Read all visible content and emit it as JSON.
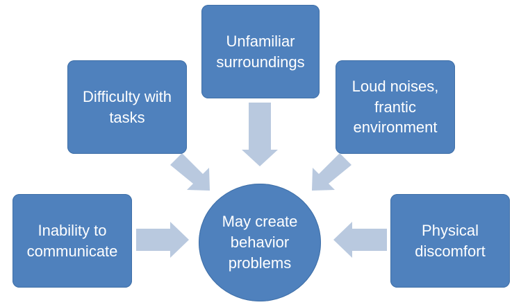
{
  "colors": {
    "box_fill": "#4f81bd",
    "arrow_fill": "#b9c9df",
    "text": "#ffffff",
    "background": "#ffffff"
  },
  "center": {
    "label": "May create\nbehavior\nproblems"
  },
  "causes": {
    "top": "Unfamiliar\nsurroundings",
    "top_left": "Difficulty with\ntasks",
    "top_right": "Loud noises,\nfrantic\nenvironment",
    "left": "Inability to\ncommunicate",
    "right": "Physical\ndiscomfort"
  }
}
